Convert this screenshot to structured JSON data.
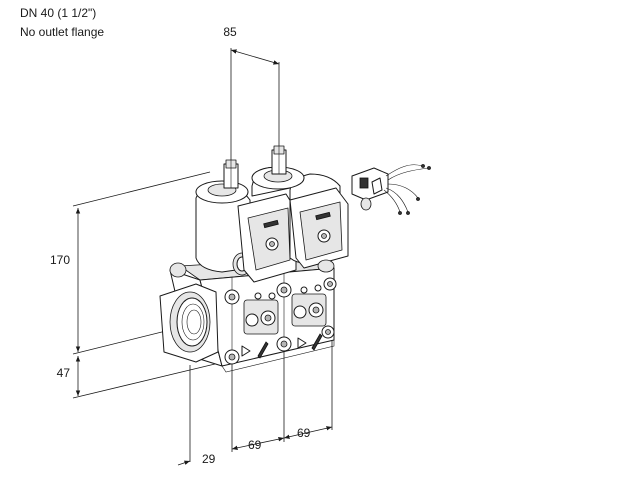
{
  "caption": {
    "line1": "DN 40 (1 1/2\")",
    "line2": "No outlet flange"
  },
  "dimensions": {
    "width_top": "85",
    "height": "170",
    "base_height": "47",
    "inlet_offset": "29",
    "module_pitch_1": "69",
    "module_pitch_2": "69"
  },
  "colors": {
    "line": "#1a1a1a",
    "shade": "#e6e6e6",
    "dark": "#333333"
  }
}
